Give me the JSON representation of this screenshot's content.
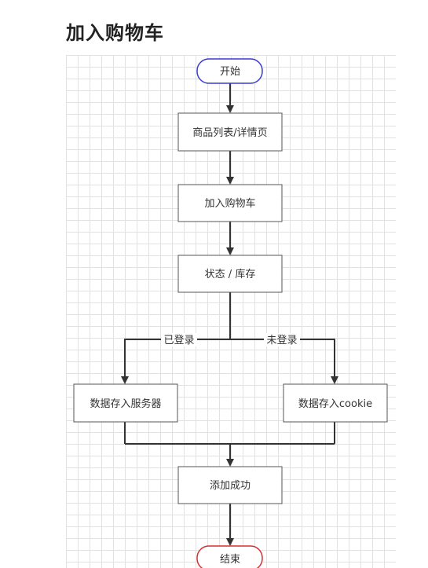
{
  "page": {
    "title": "加入购物车"
  },
  "nodes": {
    "start": "开始",
    "list": "商品列表/详情页",
    "add": "加入购物车",
    "status": "状态 / 库存",
    "server": "数据存入服务器",
    "cookie": "数据存入cookie",
    "success": "添加成功",
    "end": "结束"
  },
  "edges": {
    "logged_in": "已登录",
    "not_logged_in": "未登录"
  },
  "colors": {
    "start_border": "#3a3ad6",
    "end_border": "#d62f2f",
    "line": "#333333",
    "box_border": "#555555"
  }
}
